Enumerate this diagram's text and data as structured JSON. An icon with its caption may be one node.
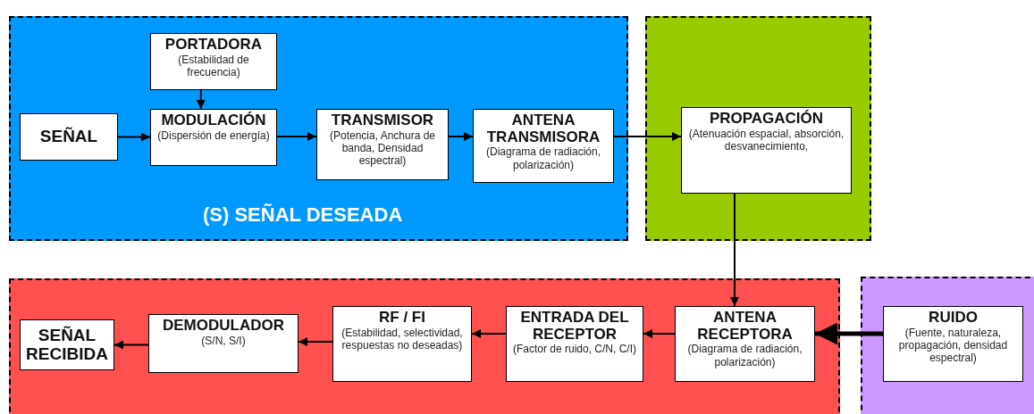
{
  "diagram": {
    "nodes": [
      {
        "text": [
          "(S) SEÑAL DESEADA"
        ]
      },
      {
        "text": [
          "PORTADORA",
          "(Estabilidad de frecuencia)"
        ],
        "in": 0
      },
      {
        "text": [
          "SEÑAL"
        ],
        "in": 0
      },
      {
        "text": [
          "MODULACIÓN",
          "(Dispersión de energía)"
        ],
        "in": 0
      },
      {
        "text": [
          "TRANSMISOR",
          "(Potencia, Anchura de banda, Densidad espectral)"
        ],
        "in": 0
      },
      {
        "text": [
          "ANTENA TRANSMISORA",
          "(Diagrama de radiación, polarización)"
        ],
        "in": 0
      },
      {
        "text": [],
        "shape": "box"
      },
      {
        "text": [
          "PROPAGACIÓN",
          "(Atenuación espacial, absorción, desvanecimiento,"
        ],
        "in": 6
      },
      {
        "text": [],
        "shape": "box"
      },
      {
        "text": [
          "SEÑAL RECIBIDA"
        ],
        "in": 8
      },
      {
        "text": [
          "DEMODULADOR",
          "(S/N, S/I)"
        ],
        "in": 8
      },
      {
        "text": [
          "RF / FI",
          "(Estabilidad, selectividad, respuestas no deseadas)"
        ],
        "in": 8
      },
      {
        "text": [
          "ENTRADA DEL RECEPTOR",
          "(Factor de ruido, C/N, C/I)"
        ],
        "in": 8
      },
      {
        "text": [
          "ANTENA RECEPTORA",
          "(Diagrama de radiación, polarización)"
        ],
        "in": 8
      },
      {
        "text": [],
        "shape": "box"
      },
      {
        "text": [
          "RUIDO",
          "(Fuente, naturaleza, propagación, densidad espectral)"
        ],
        "in": 14
      }
    ],
    "edges": [
      {
        "from": 1,
        "to": 3,
        "arrow": "to"
      },
      {
        "from": 2,
        "to": 3,
        "arrow": "to"
      },
      {
        "from": 3,
        "to": 4,
        "arrow": "to"
      },
      {
        "from": 4,
        "to": 5,
        "arrow": "to"
      },
      {
        "from": 5,
        "to": 7,
        "arrow": "to"
      },
      {
        "from": 7,
        "to": 13,
        "arrow": "to"
      },
      {
        "from": 13,
        "to": 12,
        "arrow": "to"
      },
      {
        "from": 12,
        "to": 11,
        "arrow": "to"
      },
      {
        "from": 11,
        "to": 10,
        "arrow": "to"
      },
      {
        "from": 10,
        "to": 9,
        "arrow": "to"
      },
      {
        "from": 15,
        "to": 13,
        "arrow": "to",
        "style": "thick"
      }
    ]
  }
}
